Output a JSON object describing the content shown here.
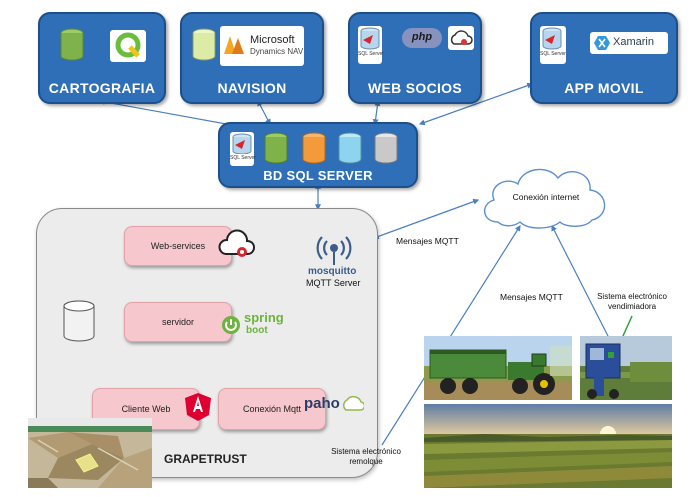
{
  "top_boxes": {
    "cartografia": "CARTOGRAFIA",
    "navision": "NAVISION",
    "web_socios": "WEB SOCIOS",
    "app_movil": "APP MOVIL"
  },
  "logos": {
    "microsoft": "Microsoft",
    "dynamics": "Dynamics NAV",
    "php": "php",
    "xamarin": "Xamarin",
    "sql_server": "SQL Server",
    "spring": "spring",
    "boot": "boot",
    "mosquitto": "mosquitto",
    "paho": "paho"
  },
  "bd": {
    "label": "BD SQL SERVER"
  },
  "grapetrust": {
    "label": "GRAPETRUST",
    "modules": {
      "web_services": "Web-services",
      "servidor": "servidor",
      "cliente_web": "Cliente Web",
      "conexion_mqtt": "Conexión Mqtt"
    },
    "mqtt_server": "MQTT Server"
  },
  "cloud": {
    "label": "Conexión internet"
  },
  "arrows": {
    "mensajes_mqtt_1": "Mensajes MQTT",
    "mensajes_mqtt_2": "Mensajes MQTT"
  },
  "devices": {
    "vendimiadora": "Sistema electrónico vendimiadora",
    "remolque_line1": "Sistema electrónico",
    "remolque_line2": "remolque"
  },
  "colors": {
    "box_blue": "#2e6fb8",
    "module_pink": "#f6c7cc",
    "db_green": "#7fb24a",
    "db_orange": "#f39a3a",
    "db_cyan": "#8fd4ef",
    "db_gray": "#c9c9c9"
  }
}
